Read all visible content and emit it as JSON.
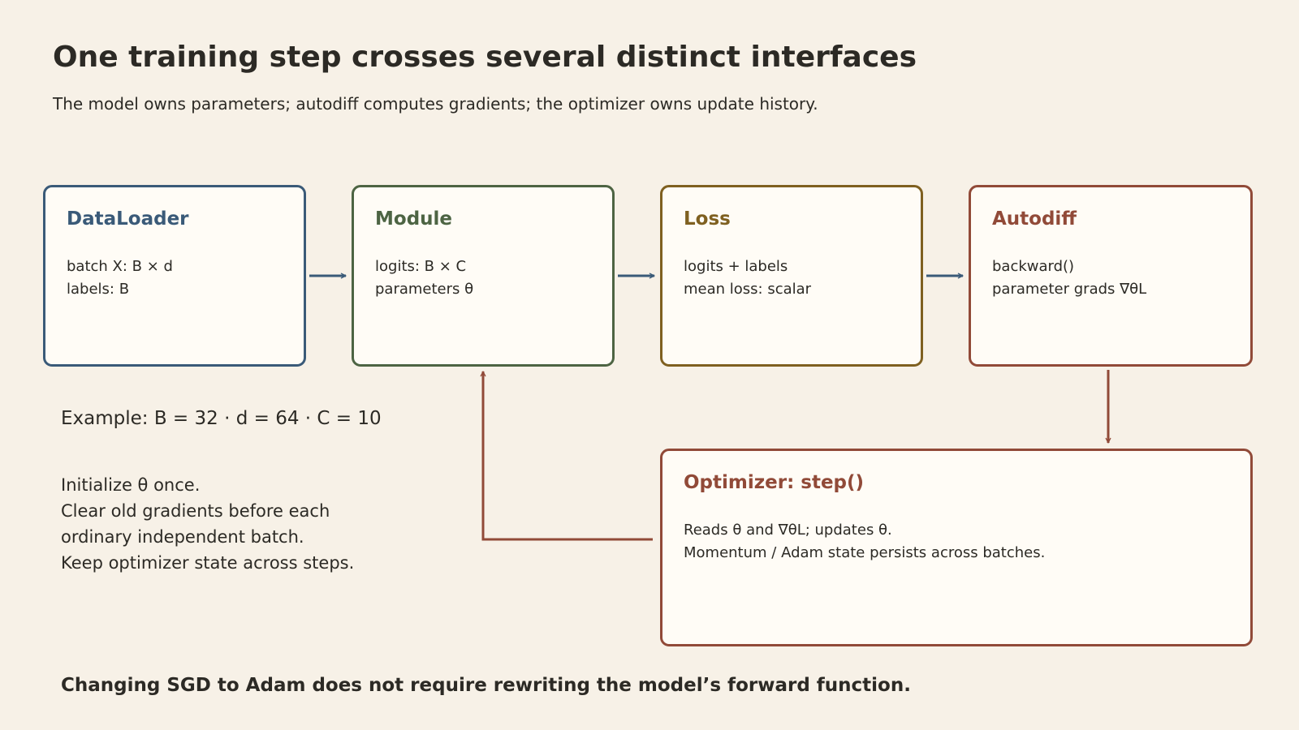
{
  "title": "One training step crosses several distinct interfaces",
  "subtitle": "The model owns parameters; autodiff computes gradients; the optimizer owns update history.",
  "nodes": {
    "dataloader": {
      "title": "DataLoader",
      "lines": [
        "batch X: B × d",
        "labels: B"
      ],
      "color": "#3a5a78"
    },
    "module": {
      "title": "Module",
      "lines": [
        "logits: B × C",
        "parameters θ"
      ],
      "color": "#4d6443"
    },
    "loss": {
      "title": "Loss",
      "lines": [
        "logits + labels",
        "mean loss: scalar"
      ],
      "color": "#7f6020"
    },
    "autodiff": {
      "title": "Autodiff",
      "lines": [
        "backward()",
        "parameter grads ∇θL"
      ],
      "color": "#914a38"
    },
    "optimizer": {
      "title": "Optimizer: step()",
      "lines": [
        "Reads θ and ∇θL; updates θ.",
        "Momentum / Adam state persists across batches."
      ],
      "color": "#914a38"
    }
  },
  "example": "Example: B = 32 · d = 64 · C = 10",
  "notes": [
    "Initialize θ once.",
    "Clear old gradients before each",
    "ordinary independent batch.",
    "Keep optimizer state across steps."
  ],
  "takeaway": "Changing SGD to Adam does not require rewriting the model’s forward function.",
  "colors": {
    "background": "#f7f1e7",
    "text": "#2c2a25",
    "forward_arrow": "#3a5a78",
    "backward_arrow": "#914a38"
  }
}
